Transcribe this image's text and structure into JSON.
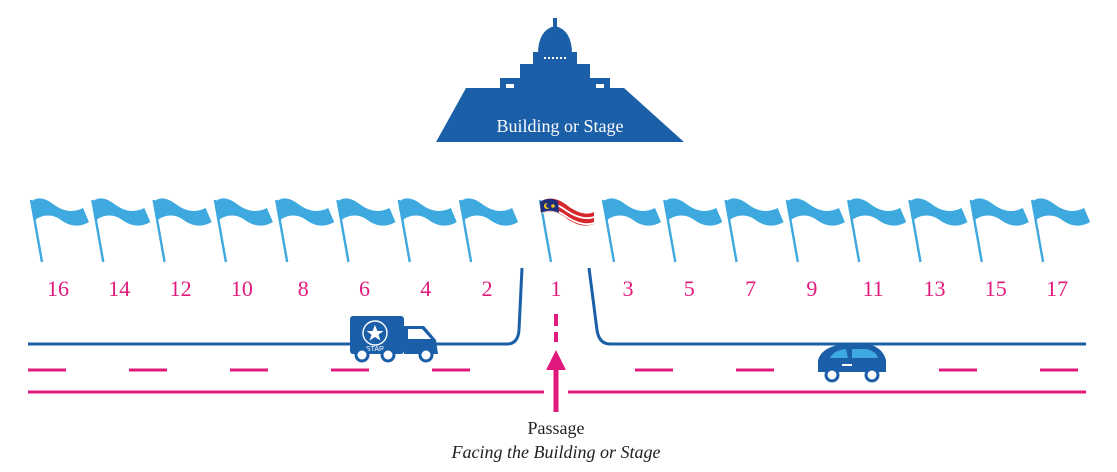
{
  "building": {
    "label": "Building or Stage"
  },
  "flag_numbers_left": [
    "16",
    "14",
    "12",
    "10",
    "8",
    "6",
    "4",
    "2"
  ],
  "flag_numbers_right": [
    "3",
    "5",
    "7",
    "9",
    "11",
    "13",
    "15",
    "17"
  ],
  "center_flag_number": "1",
  "truck": {
    "badge": "STAR"
  },
  "passage": {
    "label": "Passage",
    "sub": "Facing the Building or Stage"
  },
  "colors": {
    "blue": "#1a5fa8",
    "light_blue": "#3ea9df",
    "magenta": "#e0197d",
    "flag_red": "#d7262c",
    "flag_yellow": "#f6c324",
    "flag_navy": "#1c2f7a"
  },
  "icons": [
    "building-icon",
    "flag-icon",
    "national-flag-icon",
    "truck-icon",
    "car-icon",
    "arrow-up-icon"
  ]
}
